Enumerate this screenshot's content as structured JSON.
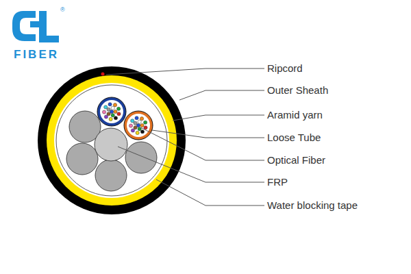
{
  "diagram": {
    "labels": [
      "FIBER",
      "®",
      "Ripcord",
      "Outer Sheath",
      "Aramid yarn",
      "Loose Tube",
      "Optical Fiber",
      "FRP",
      "Water blocking tape"
    ]
  }
}
